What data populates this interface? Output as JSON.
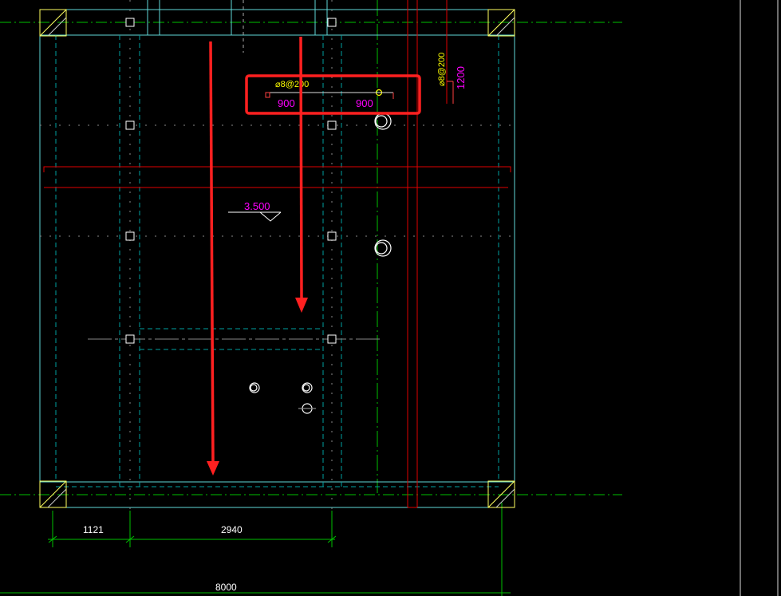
{
  "drawing": {
    "rebar_label_h": "⌀8@200",
    "rebar_label_v": "⌀8@200",
    "span_left": "900",
    "span_right": "900",
    "span_vertical": "1200",
    "elevation": "3.500",
    "dim_1": "1121",
    "dim_2": "2940",
    "dim_total": "8000"
  },
  "colors": {
    "background": "#000000",
    "axis_green": "#00c000",
    "dashed_cyan": "#00a0a0",
    "outline_cyan": "#60d8d8",
    "red_line": "#e00000",
    "yellow_text": "#ffff00",
    "magenta_text": "#ff00ff",
    "annotation_red": "#ff2020",
    "white": "#ffffff"
  }
}
